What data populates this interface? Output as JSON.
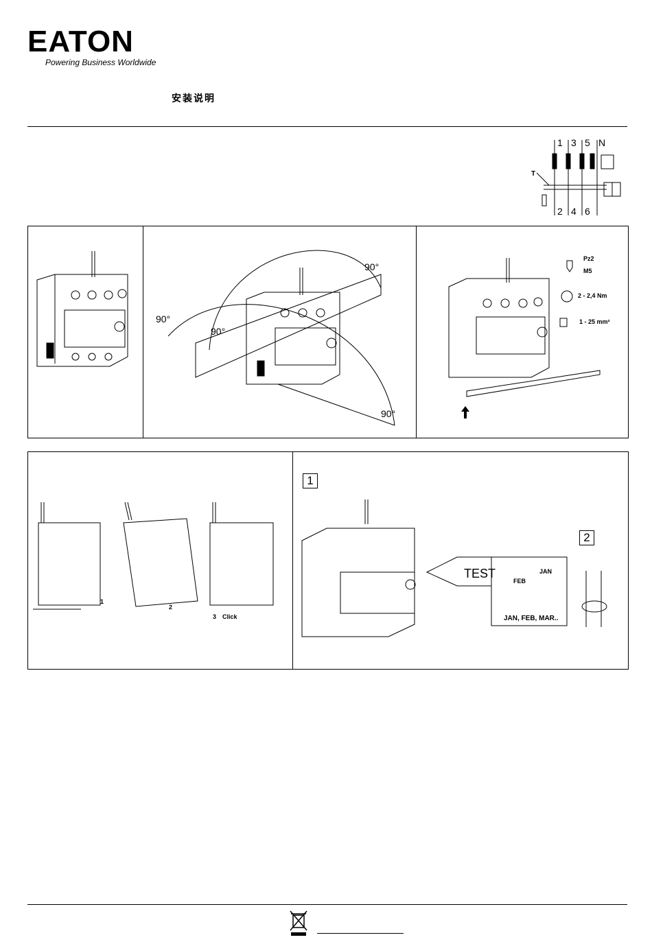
{
  "brand": {
    "logo_text": "EATON",
    "tagline": "Powering Business Worldwide"
  },
  "doc_title": "安装说明",
  "wiring": {
    "top_labels": [
      "1",
      "3",
      "5",
      "N"
    ],
    "bottom_labels": [
      "2",
      "4",
      "6"
    ],
    "test_label": "T"
  },
  "panel_a": {
    "angle_labels": [
      "90°",
      "90°",
      "90°",
      "90°"
    ],
    "tool_labels": [
      "Pz2",
      "M5",
      "2 - 2,4 Nm",
      "1 - 25 mm²"
    ]
  },
  "panel_b": {
    "step_labels": [
      "1",
      "2",
      "3",
      "Click"
    ]
  },
  "panel_c": {
    "step1": "1",
    "step2": "2",
    "test_label": "TEST",
    "calendar_labels": [
      "FEB",
      "JAN"
    ],
    "months": "JAN, FEB, MAR.."
  },
  "colors": {
    "ink": "#000000",
    "background": "#ffffff"
  }
}
